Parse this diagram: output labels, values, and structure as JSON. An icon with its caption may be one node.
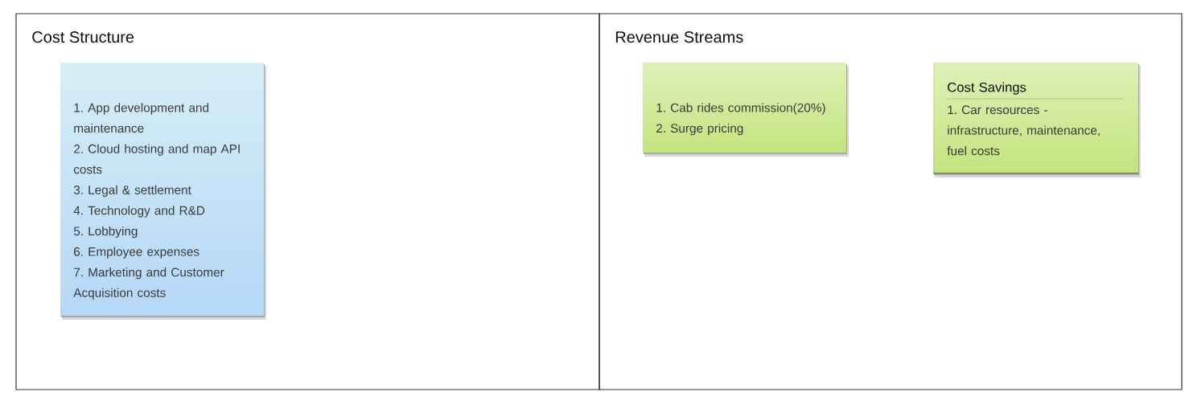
{
  "diagram": {
    "nodes": [
      {
        "text": [
          "Cost Structure"
        ]
      },
      {
        "text": [
          "1. App development and maintenance",
          "2. Cloud hosting and map API costs",
          "3. Legal & settlement",
          "4. Technology and R&D",
          "5. Lobbying",
          "6. Employee expenses",
          "7. Marketing and Customer Acquisition costs"
        ],
        "in": 0
      },
      {
        "text": [
          "Revenue Streams"
        ]
      },
      {
        "text": [
          "1. Cab rides commission(20%)",
          "2. Surge pricing"
        ],
        "in": 2
      },
      {
        "text": [
          "Cost Savings",
          "1. Car resources - infrastructure, maintenance, fuel costs"
        ],
        "in": 2
      }
    ]
  }
}
